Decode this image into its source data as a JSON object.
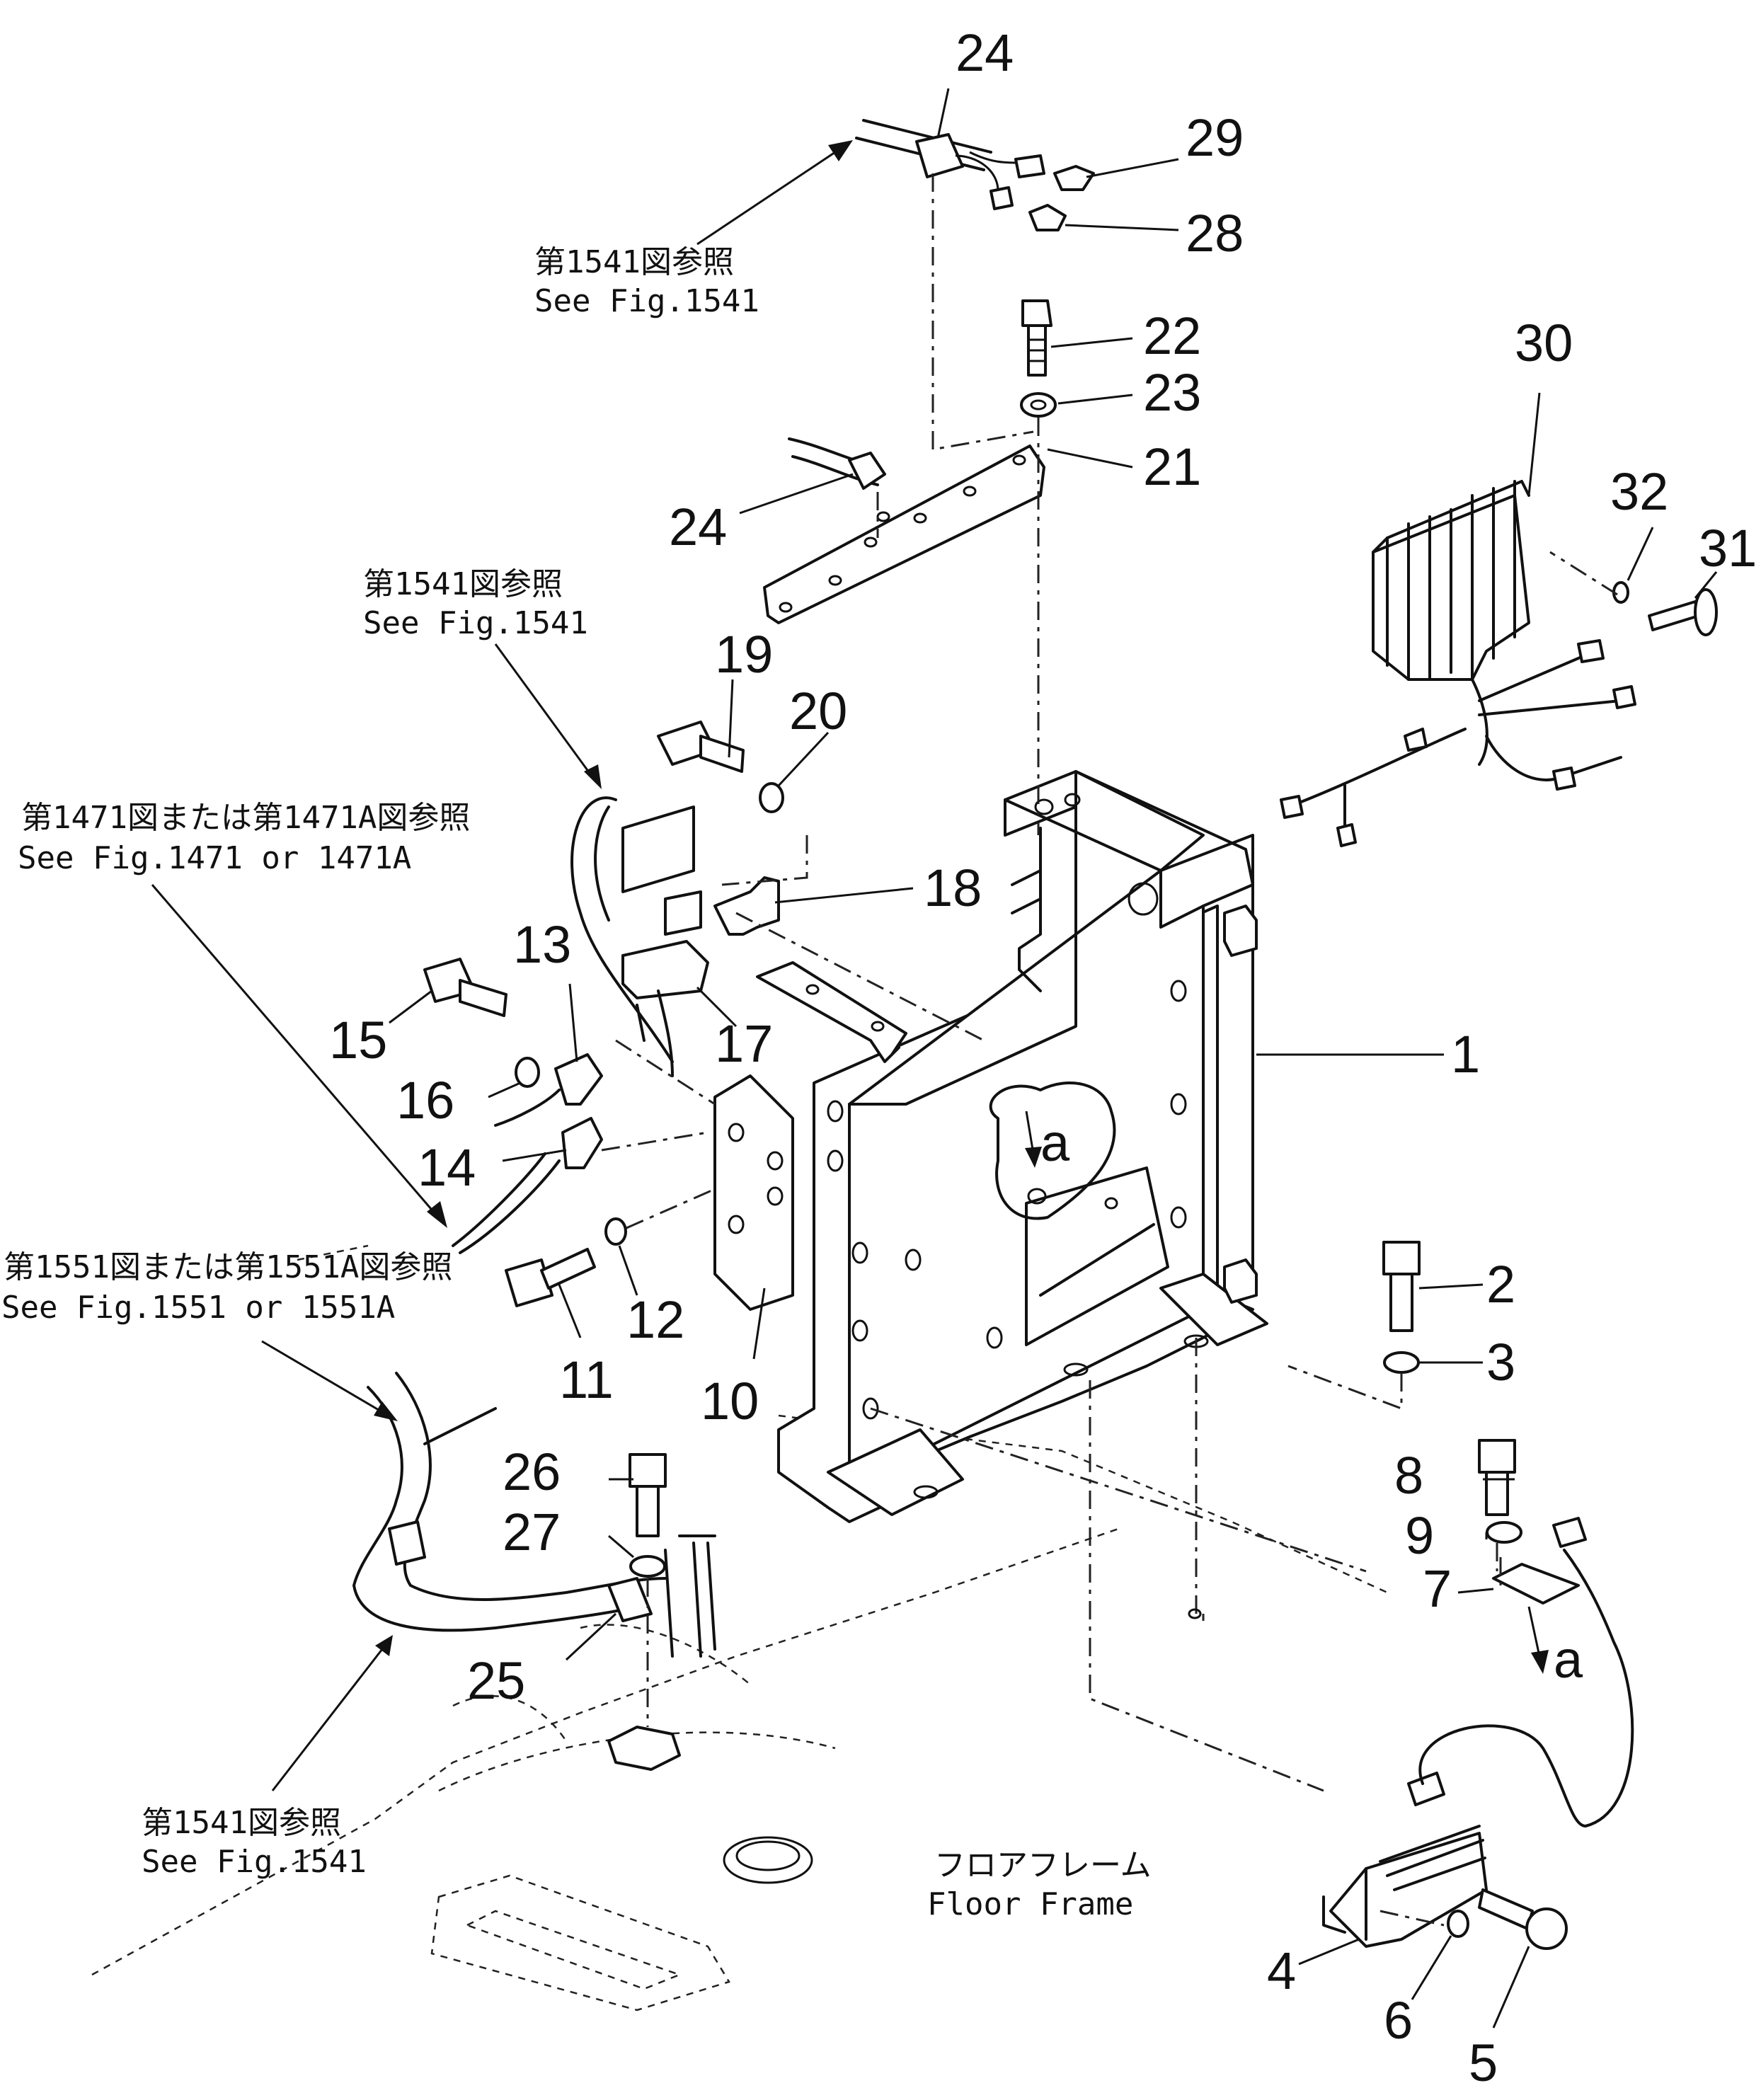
{
  "parts": [
    {
      "id": "1",
      "label": "1"
    },
    {
      "id": "2",
      "label": "2"
    },
    {
      "id": "3",
      "label": "3"
    },
    {
      "id": "4",
      "label": "4"
    },
    {
      "id": "5",
      "label": "5"
    },
    {
      "id": "6",
      "label": "6"
    },
    {
      "id": "7",
      "label": "7"
    },
    {
      "id": "8",
      "label": "8"
    },
    {
      "id": "9",
      "label": "9"
    },
    {
      "id": "10",
      "label": "10"
    },
    {
      "id": "11",
      "label": "11"
    },
    {
      "id": "12",
      "label": "12"
    },
    {
      "id": "13",
      "label": "13"
    },
    {
      "id": "14",
      "label": "14"
    },
    {
      "id": "15",
      "label": "15"
    },
    {
      "id": "16",
      "label": "16"
    },
    {
      "id": "17",
      "label": "17"
    },
    {
      "id": "18",
      "label": "18"
    },
    {
      "id": "19",
      "label": "19"
    },
    {
      "id": "20",
      "label": "20"
    },
    {
      "id": "21",
      "label": "21"
    },
    {
      "id": "22",
      "label": "22"
    },
    {
      "id": "23",
      "label": "23"
    },
    {
      "id": "24a",
      "label": "24"
    },
    {
      "id": "24b",
      "label": "24"
    },
    {
      "id": "25",
      "label": "25"
    },
    {
      "id": "26",
      "label": "26"
    },
    {
      "id": "27",
      "label": "27"
    },
    {
      "id": "28",
      "label": "28"
    },
    {
      "id": "29",
      "label": "29"
    },
    {
      "id": "30",
      "label": "30"
    },
    {
      "id": "31",
      "label": "31"
    },
    {
      "id": "32",
      "label": "32"
    }
  ],
  "references": {
    "top": {
      "jp": "第1541図参照",
      "en": "See Fig.1541"
    },
    "middle": {
      "jp": "第1541図参照",
      "en": "See Fig.1541"
    },
    "left_1471": {
      "jp": "第1471図または第1471A図参照",
      "en": "See Fig.1471 or 1471A"
    },
    "left_1551": {
      "jp": "第1551図または第1551A図参照",
      "en": "See Fig.1551 or 1551A"
    },
    "bottom": {
      "jp": "第1541図参照",
      "en": "See Fig.1541"
    }
  },
  "view_marks": {
    "mark1": "a",
    "mark2": "a"
  },
  "floor_frame": {
    "jp": "フロアフレーム",
    "en": "Floor Frame"
  }
}
